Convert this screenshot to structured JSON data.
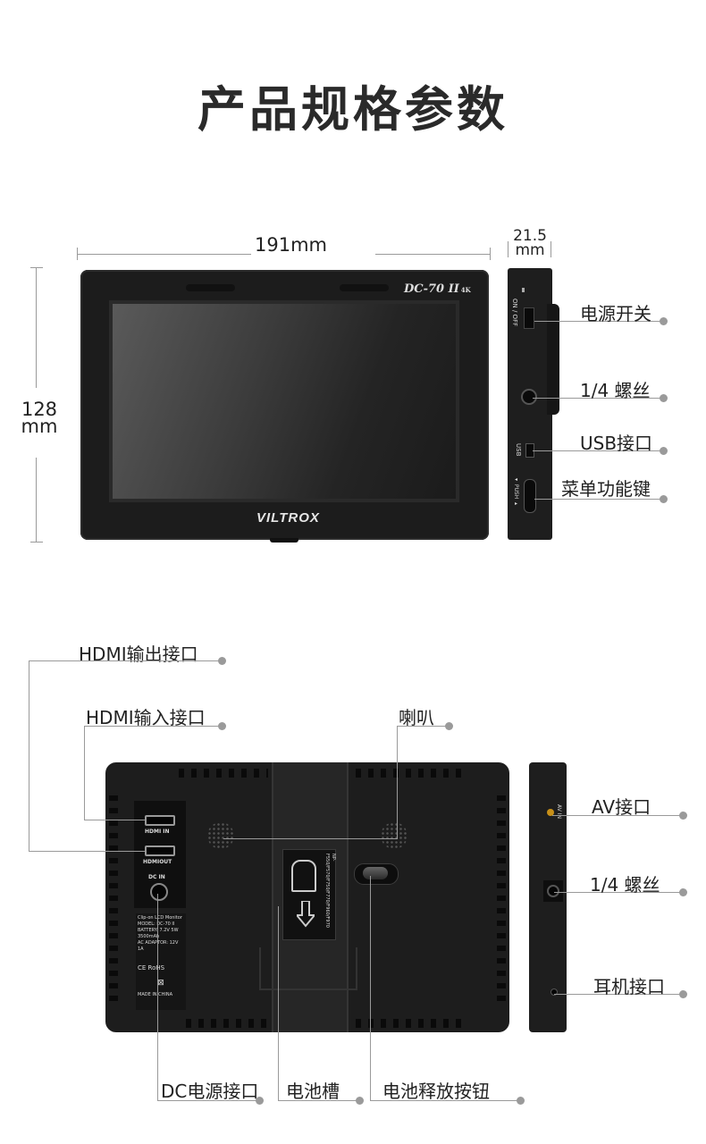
{
  "title": "产品规格参数",
  "dimensions": {
    "width": "191mm",
    "height_value": "128",
    "height_unit": "mm",
    "depth_value": "21.5",
    "depth_unit": "mm"
  },
  "device": {
    "model": "DC-70 II",
    "model_suffix": "4K",
    "brand": "VILTROX"
  },
  "side_labels": [
    "电源开关",
    "1/4 螺丝",
    "USB接口",
    "菜单功能键"
  ],
  "side_text": {
    "onoff": "ON / OFF",
    "usb": "USB",
    "push": "◂ PUSH ▸"
  },
  "back_labels": {
    "hdmi_out": "HDMI输出接口",
    "hdmi_in": "HDMI输入接口",
    "speaker": "喇叭",
    "dc": "DC电源接口",
    "battery_slot": "电池槽",
    "battery_release": "电池释放按钮"
  },
  "back_side_labels": [
    "AV接口",
    "1/4 螺丝",
    "耳机接口"
  ],
  "back_side_text": {
    "av_in": "AV IN"
  },
  "panel_text": {
    "hdmi_in": "HDMI IN",
    "hdmi_out": "HDMIOUT",
    "dc_in": "DC IN",
    "label_title": "Clip-on LCD Monitor",
    "model_line": "MODEL: DC-70 II",
    "battery_line": "BATTERY: 7.2V 5W",
    "current_line": "3500mAh",
    "adaptor_line": "AC ADAPTOR: 12V 1A",
    "cert": "CE RoHS",
    "made": "MADE IN CHINA"
  },
  "battery_text": "NP-F550/F570/F750/F770/F960/F970"
}
